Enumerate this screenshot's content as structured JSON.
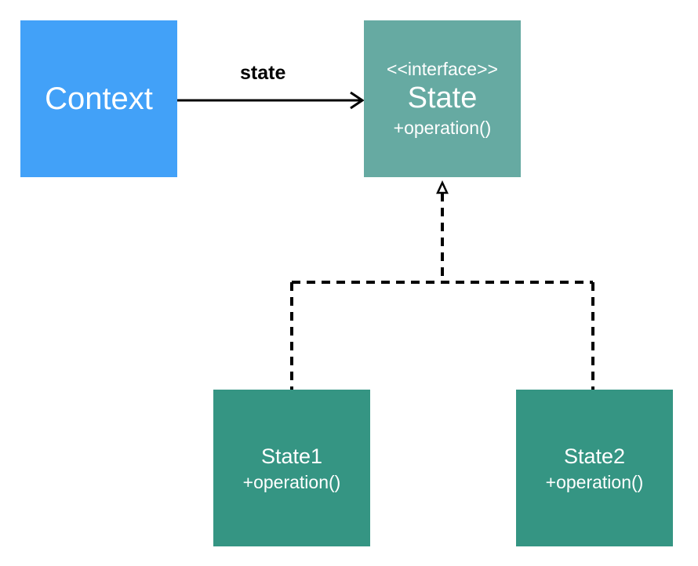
{
  "colors": {
    "context_fill": "#42a1f8",
    "interface_fill": "#66aaa2",
    "impl_fill": "#359583",
    "text_on_box": "#ffffff",
    "line": "#000000"
  },
  "context": {
    "name": "Context"
  },
  "association": {
    "label": "state"
  },
  "state_interface": {
    "stereotype": "<<interface>>",
    "name": "State",
    "operation": "+operation()"
  },
  "implementations": [
    {
      "name": "State1",
      "operation": "+operation()"
    },
    {
      "name": "State2",
      "operation": "+operation()"
    }
  ]
}
